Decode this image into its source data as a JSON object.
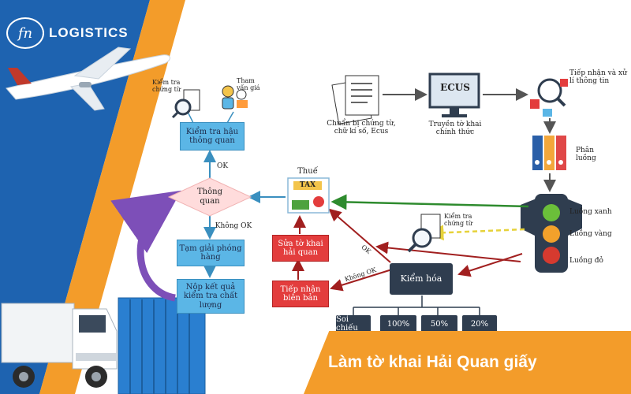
{
  "brand": {
    "mark": "fn",
    "name": "LOGISTICS"
  },
  "banner": {
    "title": "Làm tờ khai Hải Quan giấy"
  },
  "process": {
    "prepare": "Chuẩn bị chứng từ, chữ kí số, Ecus",
    "ecus_label": "ECUS",
    "transmit": "Truyền tờ khai chính thức",
    "receive": "Tiếp nhận và xử lí thông tin",
    "classify": "Phân luồng"
  },
  "lanes": {
    "green": "Luồng xanh",
    "yellow": "Luồng vàng",
    "red": "Luồng đỏ"
  },
  "check_docs_right": "Kiểm tra chứng từ",
  "tax": {
    "title": "Thuế",
    "icon_text": "TAX"
  },
  "clearance": {
    "label": "Thông quan",
    "ok": "OK",
    "not_ok": "Không OK"
  },
  "post_check": "Kiểm tra hậu thông quan",
  "check_docs_left": "Kiểm tra chứng từ",
  "price_consult": "Tham vấn giá",
  "temp_release": "Tạm giải phóng hàng",
  "submit_quality": "Nộp kết quả kiểm tra chất lượng",
  "amend": "Sửa tờ khai hải quan",
  "minutes": "Tiếp nhận biên bản",
  "inspection": {
    "title": "Kiểm hóa",
    "ok": "OK",
    "not_ok": "Không OK",
    "levels": [
      "Soi chiếu",
      "100%",
      "50%",
      "20%"
    ]
  },
  "colors": {
    "blue_stripe": "#1e63b0",
    "orange_stripe": "#f39c2a",
    "box_blue": "#5bb6e6",
    "box_red": "#e33d3d",
    "box_dark": "#2f3d4f",
    "lane_green": "#2e8b2e",
    "lane_yellow": "#e6d23a",
    "lane_red": "#c0392b"
  }
}
